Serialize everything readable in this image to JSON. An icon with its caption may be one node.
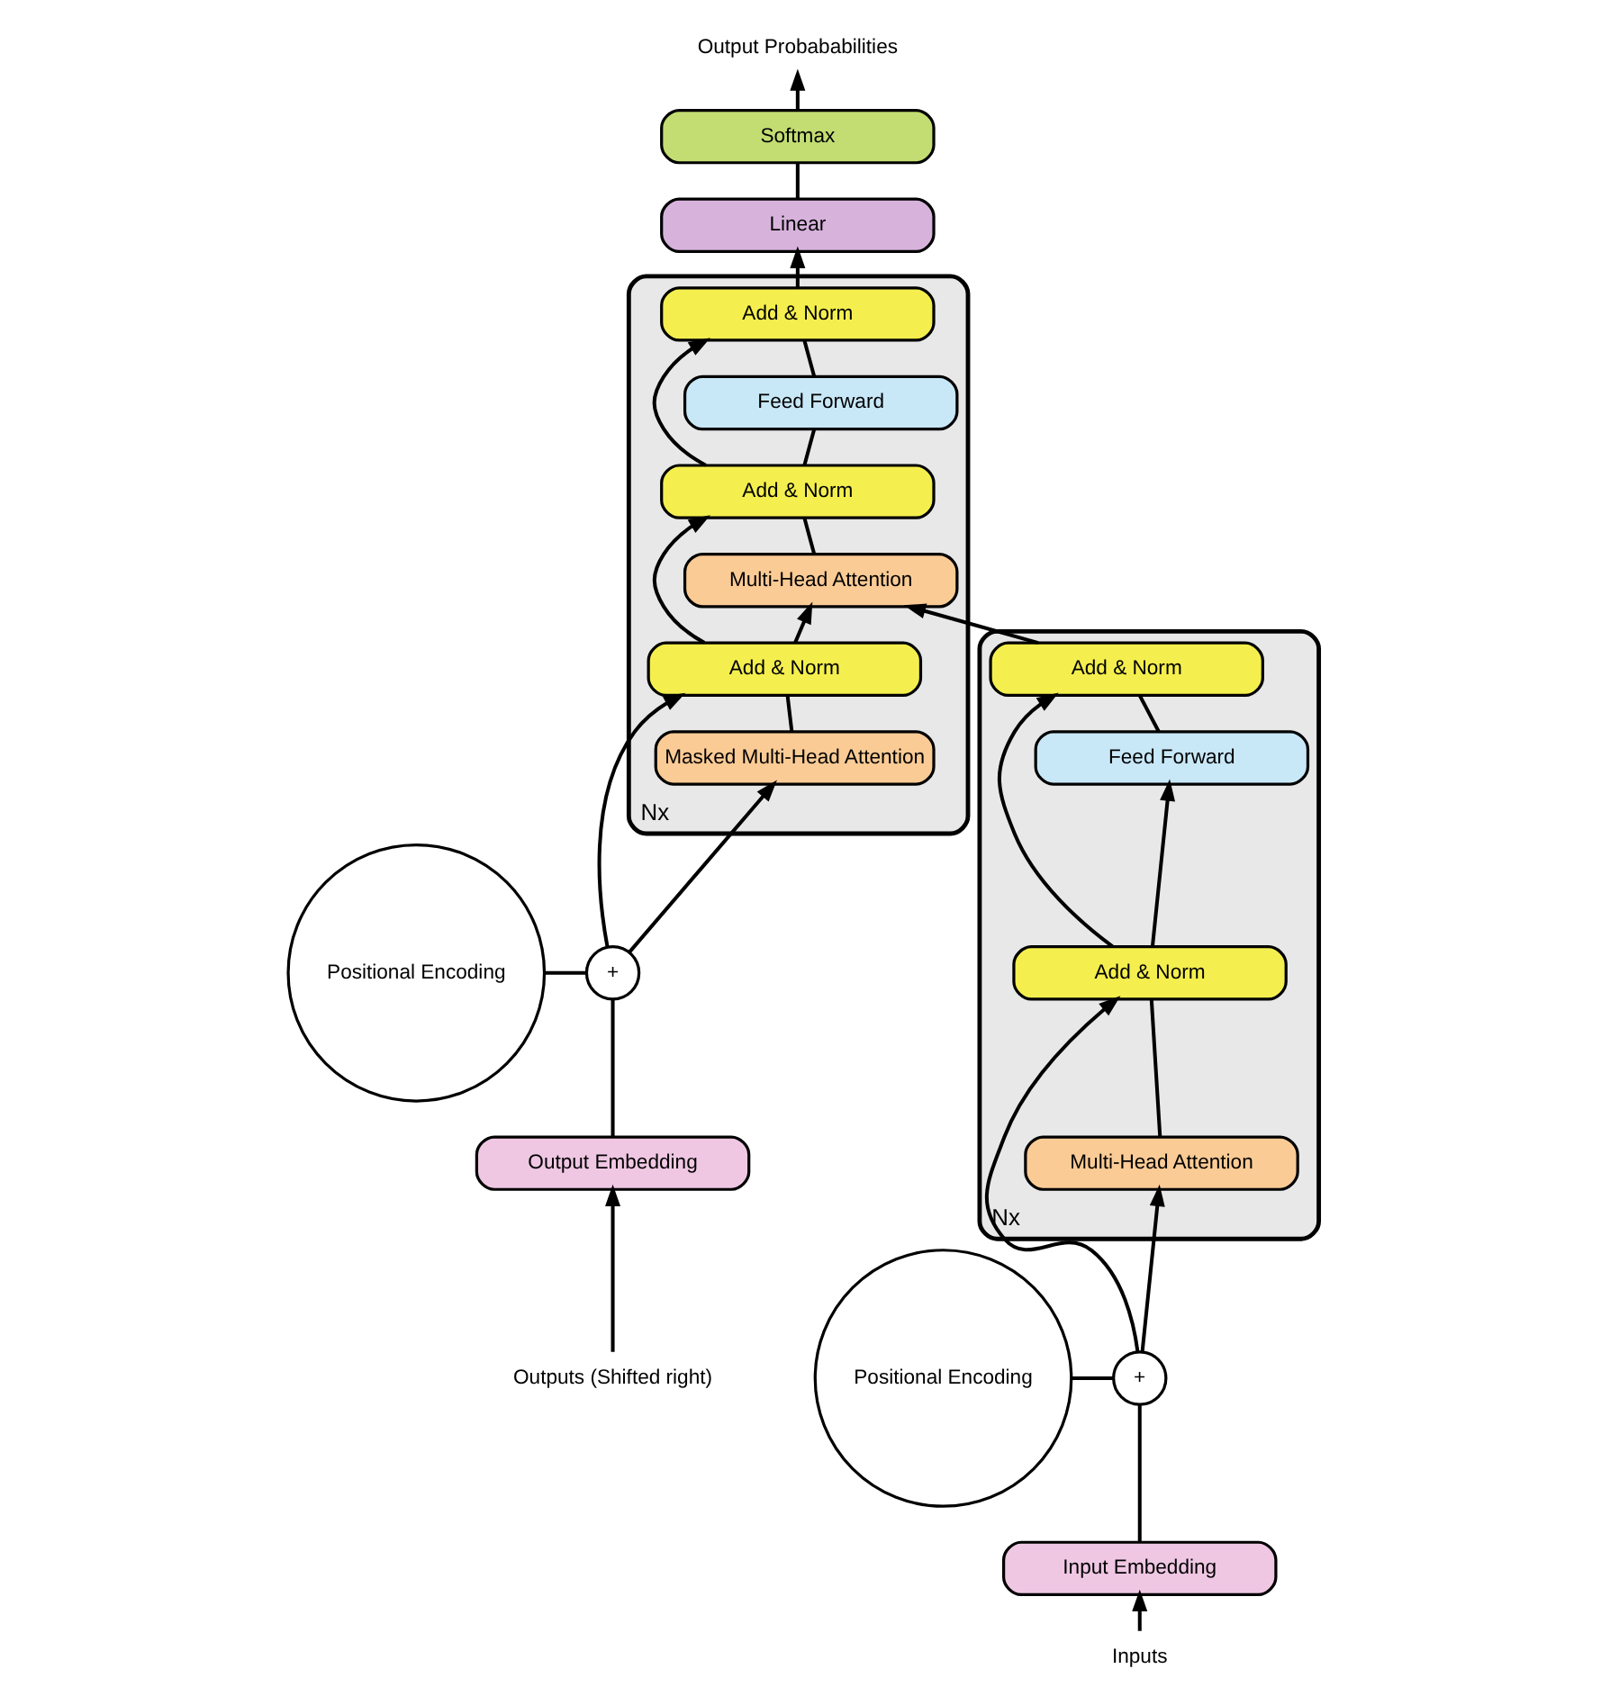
{
  "diagram": {
    "nodes": [
      {
        "text": [
          "Nx"
        ]
      },
      {
        "text": [
          "Add & Norm"
        ],
        "in": 0
      },
      {
        "text": [
          "Feed Forward"
        ],
        "in": 0
      },
      {
        "text": [
          "Add & Norm"
        ],
        "in": 0
      },
      {
        "text": [
          "Multi-Head Attention"
        ],
        "in": 0
      },
      {
        "text": [
          "Nx"
        ]
      },
      {
        "text": [
          "Add & Norm"
        ],
        "in": 5
      },
      {
        "text": [
          "Feed Forward"
        ],
        "in": 5
      },
      {
        "text": [
          "Add & Norm"
        ],
        "in": 5
      },
      {
        "text": [
          "Multi-Head Attention"
        ],
        "in": 5
      },
      {
        "text": [
          "Add & Norm"
        ],
        "in": 5
      },
      {
        "text": [
          "Masked Multi-Head Attention"
        ],
        "in": 5
      },
      {
        "text": [
          "Linear"
        ]
      },
      {
        "text": [
          "Softmax"
        ]
      },
      {
        "text": [
          "Output Probababilities"
        ]
      },
      {
        "text": [
          "Positional Encoding"
        ]
      },
      {
        "text": [
          "+"
        ]
      },
      {
        "text": [
          "Input Embedding"
        ]
      },
      {
        "text": [
          "Inputs"
        ]
      },
      {
        "text": [
          "Positional Encoding"
        ]
      },
      {
        "text": [
          "+"
        ]
      },
      {
        "text": [
          "Output Embedding"
        ]
      },
      {
        "text": [
          "Outputs (Shifted right)"
        ]
      }
    ],
    "edges": [
      {
        "from": 18,
        "to": 17,
        "arrow": "to"
      },
      {
        "from": 17,
        "to": 16,
        "arrow": "none"
      },
      {
        "from": 15,
        "to": 16,
        "arrow": "none"
      },
      {
        "from": 16,
        "to": 4,
        "arrow": "to"
      },
      {
        "from": 16,
        "to": 3,
        "arrow": "to"
      },
      {
        "from": 4,
        "to": 3,
        "arrow": "none"
      },
      {
        "from": 3,
        "to": 2,
        "arrow": "to"
      },
      {
        "from": 3,
        "to": 1,
        "arrow": "to"
      },
      {
        "from": 2,
        "to": 1,
        "arrow": "none"
      },
      {
        "from": 1,
        "to": 9,
        "arrow": "to"
      },
      {
        "from": 22,
        "to": 21,
        "arrow": "to"
      },
      {
        "from": 21,
        "to": 20,
        "arrow": "none"
      },
      {
        "from": 19,
        "to": 20,
        "arrow": "none"
      },
      {
        "from": 20,
        "to": 11,
        "arrow": "to"
      },
      {
        "from": 20,
        "to": 10,
        "arrow": "to"
      },
      {
        "from": 11,
        "to": 10,
        "arrow": "none"
      },
      {
        "from": 10,
        "to": 9,
        "arrow": "to"
      },
      {
        "from": 10,
        "to": 8,
        "arrow": "to"
      },
      {
        "from": 9,
        "to": 8,
        "arrow": "none"
      },
      {
        "from": 8,
        "to": 7,
        "arrow": "none"
      },
      {
        "from": 8,
        "to": 6,
        "arrow": "to"
      },
      {
        "from": 7,
        "to": 6,
        "arrow": "none"
      },
      {
        "from": 6,
        "to": 12,
        "arrow": "to"
      },
      {
        "from": 12,
        "to": 13,
        "arrow": "none"
      },
      {
        "from": 13,
        "to": 14,
        "arrow": "to"
      }
    ]
  }
}
